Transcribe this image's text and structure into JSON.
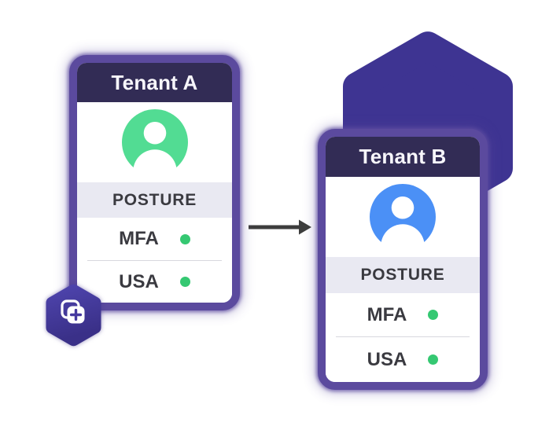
{
  "diagram": {
    "description": "Tenant posture duplication diagram",
    "cards": [
      {
        "title": "Tenant A",
        "section_header": "POSTURE",
        "avatar": "user-avatar-green",
        "rows": [
          {
            "label": "MFA",
            "status": "enabled"
          },
          {
            "label": "USA",
            "status": "enabled"
          }
        ]
      },
      {
        "title": "Tenant B",
        "section_header": "POSTURE",
        "avatar": "user-avatar-blue",
        "rows": [
          {
            "label": "MFA",
            "status": "enabled"
          },
          {
            "label": "USA",
            "status": "enabled"
          }
        ]
      }
    ],
    "connector": "right-arrow",
    "badge": "duplicate-plus-hexagon"
  },
  "colors": {
    "header_bg": "#322C55",
    "card_border": "#5B4A9E",
    "section_band": "#E9E9F2",
    "text": "#3A3A40",
    "status_green": "#35C872",
    "avatar_green": "#52DC93",
    "avatar_blue": "#4B90F6",
    "big_hexagon": "#3E3492",
    "badge_hexagon_top": "#4D43AB",
    "badge_hexagon_bottom": "#3A3088",
    "badge_plus": "#45399F",
    "arrow": "#3D3D3D",
    "divider": "#D8D8DE"
  }
}
